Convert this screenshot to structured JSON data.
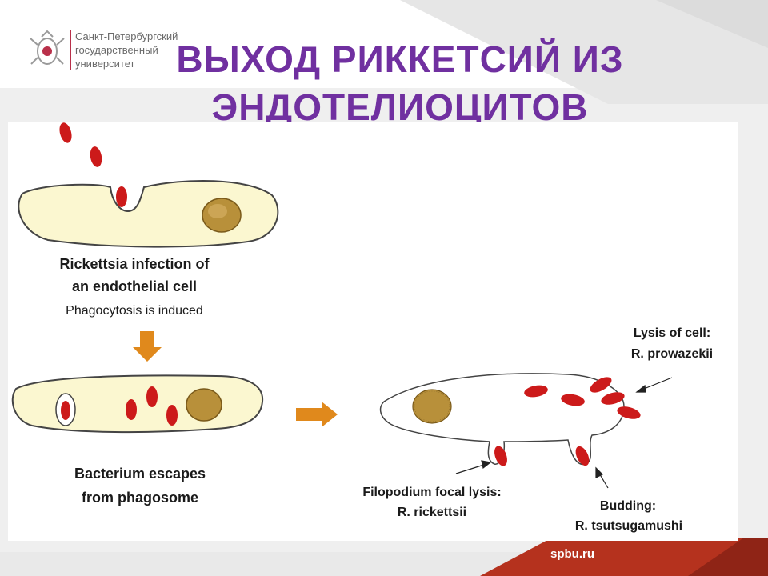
{
  "header": {
    "university_lines": [
      "Санкт-Петербургский",
      "государственный",
      "университет"
    ],
    "title_lines": [
      "ВЫХОД РИККЕТСИЙ ИЗ",
      "ЭНДОТЕЛИОЦИТОВ"
    ]
  },
  "figure": {
    "stage1": {
      "line1": "Rickettsia infection of",
      "line2": "an endothelial cell",
      "line3": "Phagocytosis is induced"
    },
    "stage2": {
      "line1": "Bacterium escapes",
      "line2": "from phagosome"
    },
    "exit_lysis": {
      "line1": "Lysis of cell:",
      "line2": "R. prowazekii"
    },
    "exit_filopodium": {
      "line1": "Filopodium focal lysis:",
      "line2": "R. rickettsii"
    },
    "exit_budding": {
      "line1": "Budding:",
      "line2": "R. tsutsugamushi"
    }
  },
  "footer": {
    "site": "spbu.ru"
  },
  "colors": {
    "title": "#7030a0",
    "bacterium": "#cc1a1a",
    "cell_fill": "#fbf7d0",
    "nucleus": "#b8903a",
    "arrow": "#e0891c",
    "footer_red": "#b5321e"
  }
}
